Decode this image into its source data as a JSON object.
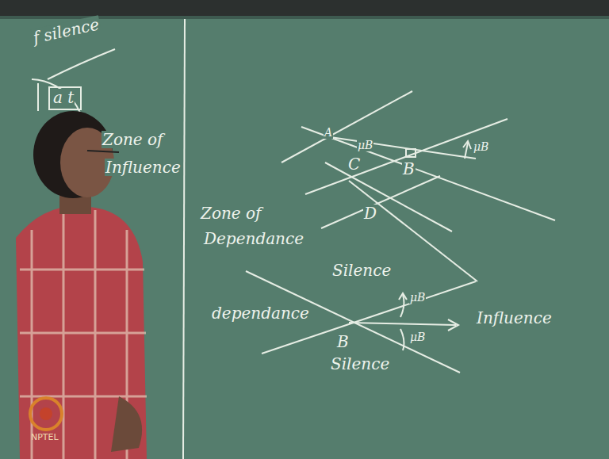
{
  "diagram": {
    "labels": [
      "f silence",
      "a t",
      "Zone of",
      "Influence",
      "Zone of",
      "Dependance",
      "A",
      "μB",
      "C",
      "B",
      "μB",
      "D",
      "Silence",
      "dependance",
      "B",
      "μB",
      "μB",
      "Influence",
      "Silence",
      "NPTEL"
    ]
  }
}
